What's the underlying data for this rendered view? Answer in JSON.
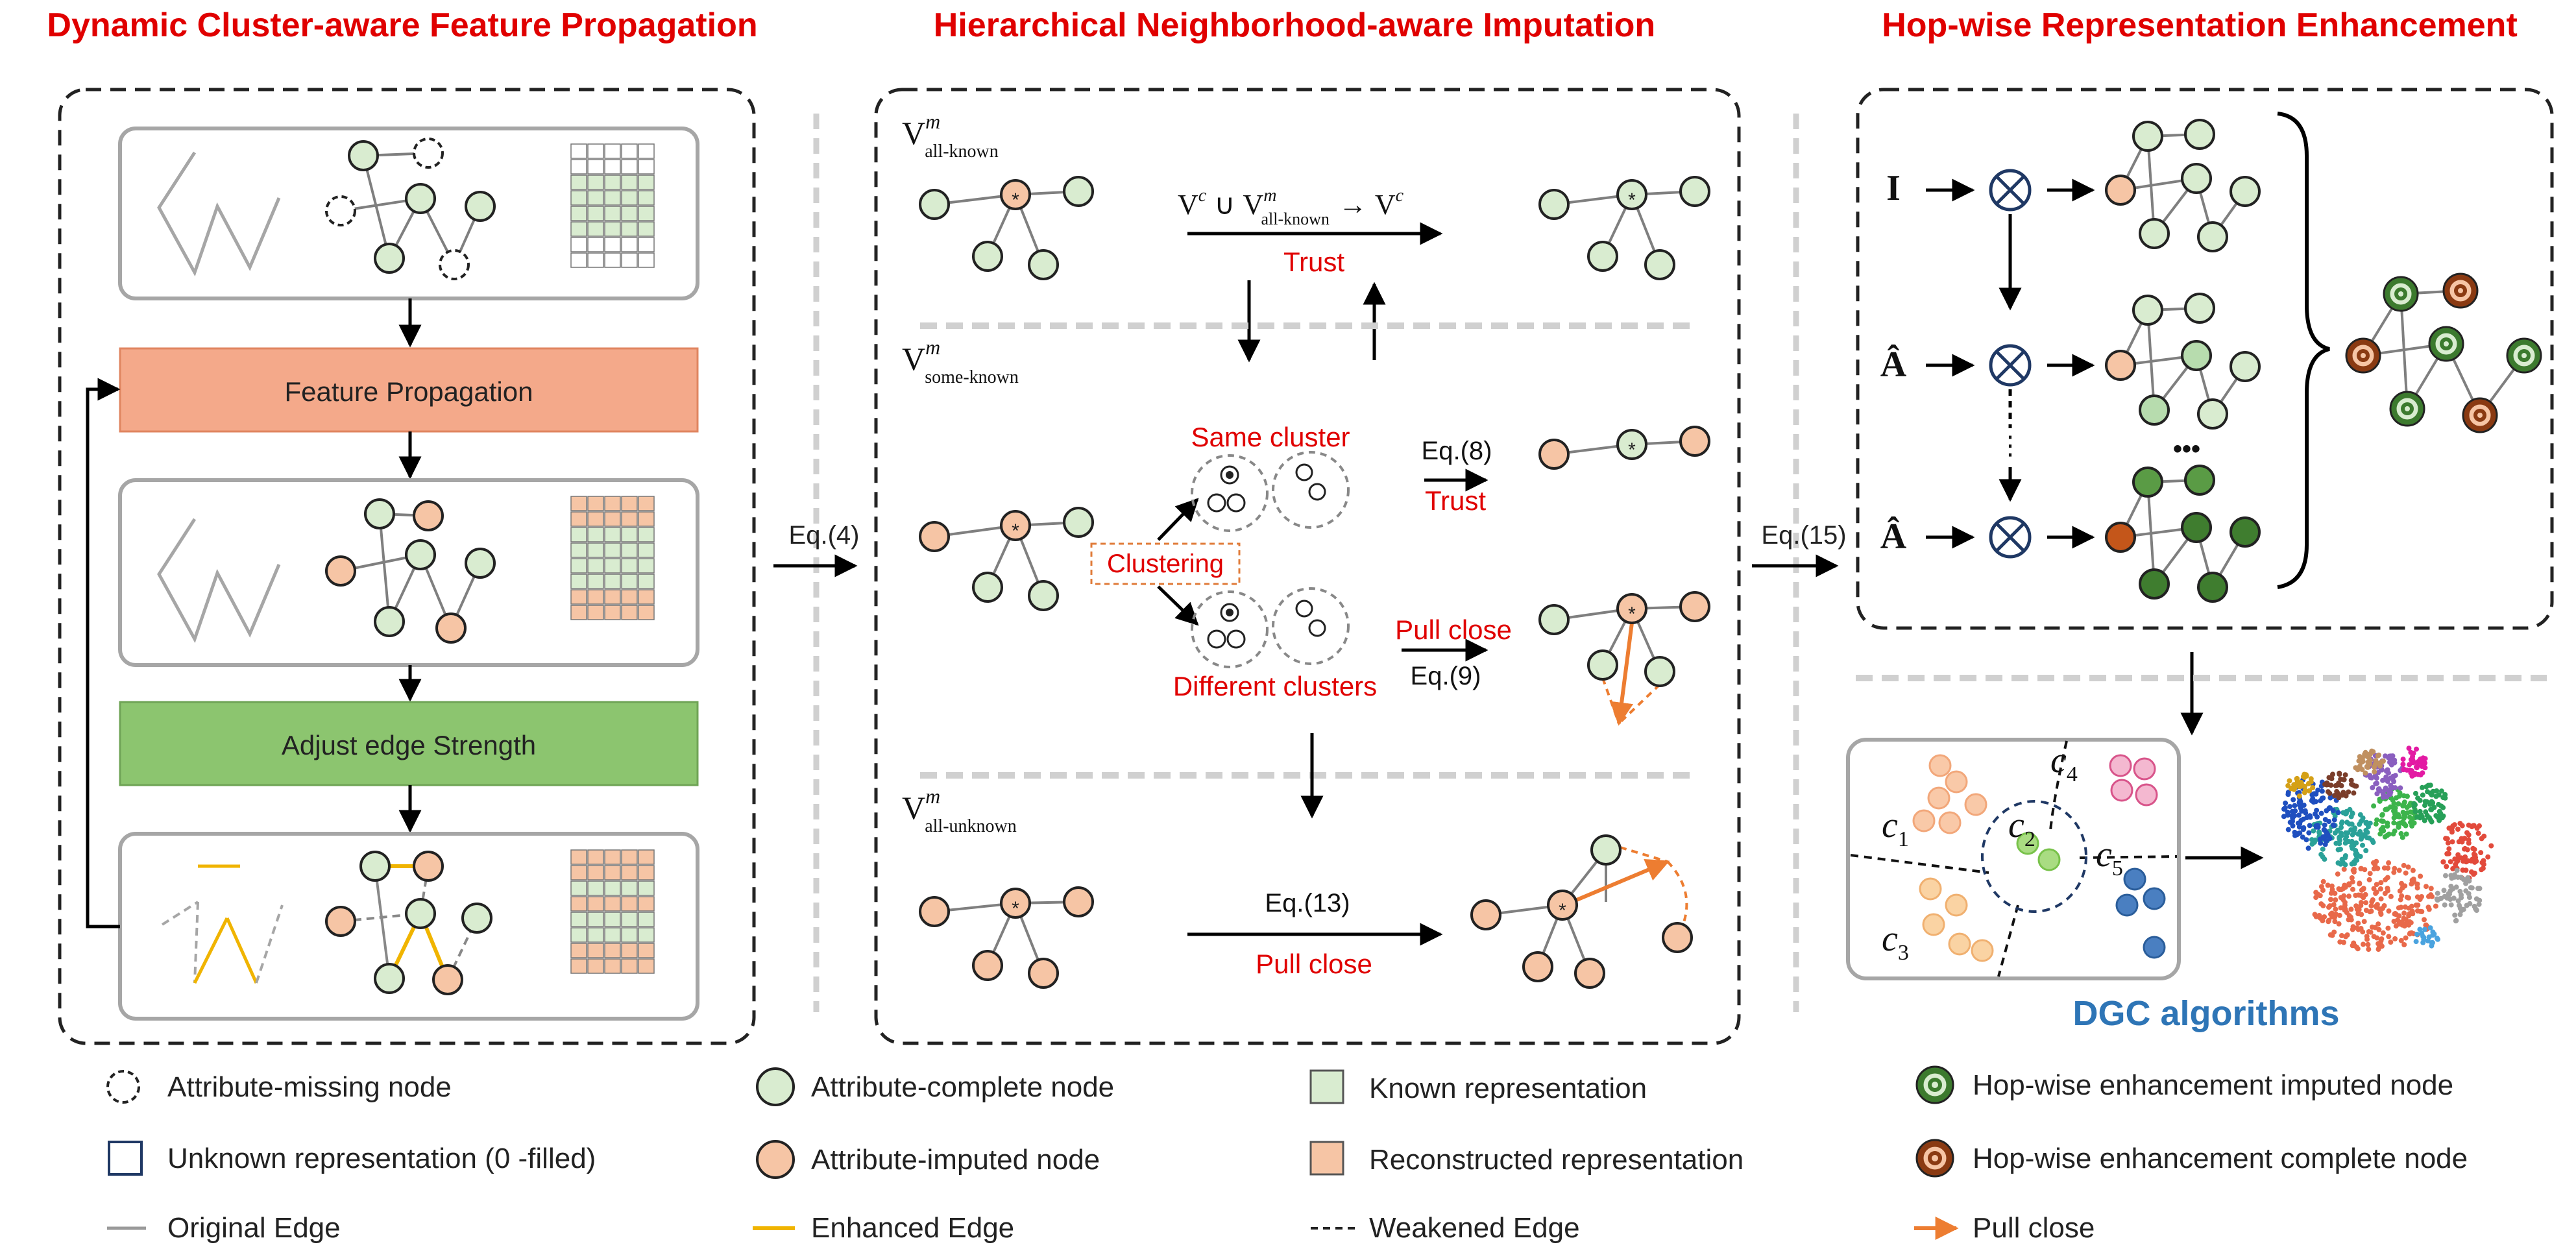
{
  "colors": {
    "red": "#e00000",
    "complete_fill": "#d9ecd0",
    "imputed_fill": "#f6c5a5",
    "dark_green": "#3c7a2e",
    "dark_orange": "#c4561a",
    "edge_gray": "#9a9a9a",
    "enhanced_edge": "#f0b400",
    "pull_arrow": "#ed7d31",
    "prop_box": "#f4a98a",
    "adjust_box": "#8cc56f",
    "dgc_blue": "#2e75b6"
  },
  "panels": {
    "left": {
      "title": "Dynamic Cluster-aware Feature Propagation",
      "box1": "Feature Propagation",
      "box2": "Adjust edge Strength"
    },
    "middle": {
      "title": "Hierarchical Neighborhood-aware Imputation",
      "v_all_known": {
        "v": "V",
        "sup": "m",
        "sub": "all-known"
      },
      "v_some_known": {
        "v": "V",
        "sup": "m",
        "sub": "some-known"
      },
      "v_all_unknown": {
        "v": "V",
        "sup": "m",
        "sub": "all-unknown"
      },
      "formula": {
        "a": "V",
        "a_sup": "c",
        "cup": "∪",
        "b": "V",
        "b_sup": "m",
        "b_sub": "all-known",
        "arrow": "→",
        "c": "V",
        "c_sup": "c"
      },
      "trust1": "Trust",
      "same_cluster": "Same cluster",
      "eq8": "Eq.(8)",
      "trust2": "Trust",
      "clustering": "Clustering",
      "pull_close1": "Pull close",
      "eq9": "Eq.(9)",
      "different_clusters": "Different clusters",
      "eq13": "Eq.(13)",
      "pull_close2": "Pull close",
      "star": "*"
    },
    "right": {
      "title": "Hop-wise Representation Enhancement",
      "row1": "I",
      "row2": "Â",
      "row3": "Â",
      "otimes": "⊗",
      "dots_v": "⋮",
      "dots_h": "•••",
      "clusters": [
        {
          "c": "c",
          "n": "1"
        },
        {
          "c": "c",
          "n": "2"
        },
        {
          "c": "c",
          "n": "3"
        },
        {
          "c": "c",
          "n": "4"
        },
        {
          "c": "c",
          "n": "5"
        }
      ],
      "dgc": "DGC algorithms"
    }
  },
  "eq4": "Eq.(4)",
  "eq15": "Eq.(15)",
  "legend": [
    {
      "label": "Attribute-missing node",
      "icon": "dashed-circle"
    },
    {
      "label": "Attribute-complete node",
      "icon": "green-circle"
    },
    {
      "label": "Known  representation",
      "icon": "green-square"
    },
    {
      "label": "Hop-wise enhancement imputed node",
      "icon": "ring-green"
    },
    {
      "label": "Unknown representation (0 -filled)",
      "icon": "white-square"
    },
    {
      "label": "Attribute-imputed node",
      "icon": "orange-circle"
    },
    {
      "label": "Reconstructed  representation",
      "icon": "orange-square"
    },
    {
      "label": "Hop-wise enhancement complete node",
      "icon": "ring-orange"
    },
    {
      "label": "Original Edge",
      "icon": "gray-line"
    },
    {
      "label": "Enhanced Edge",
      "icon": "yellow-line"
    },
    {
      "label": "Weakened Edge",
      "icon": "dashed-line"
    },
    {
      "label": "Pull close",
      "icon": "orange-arrow"
    }
  ]
}
